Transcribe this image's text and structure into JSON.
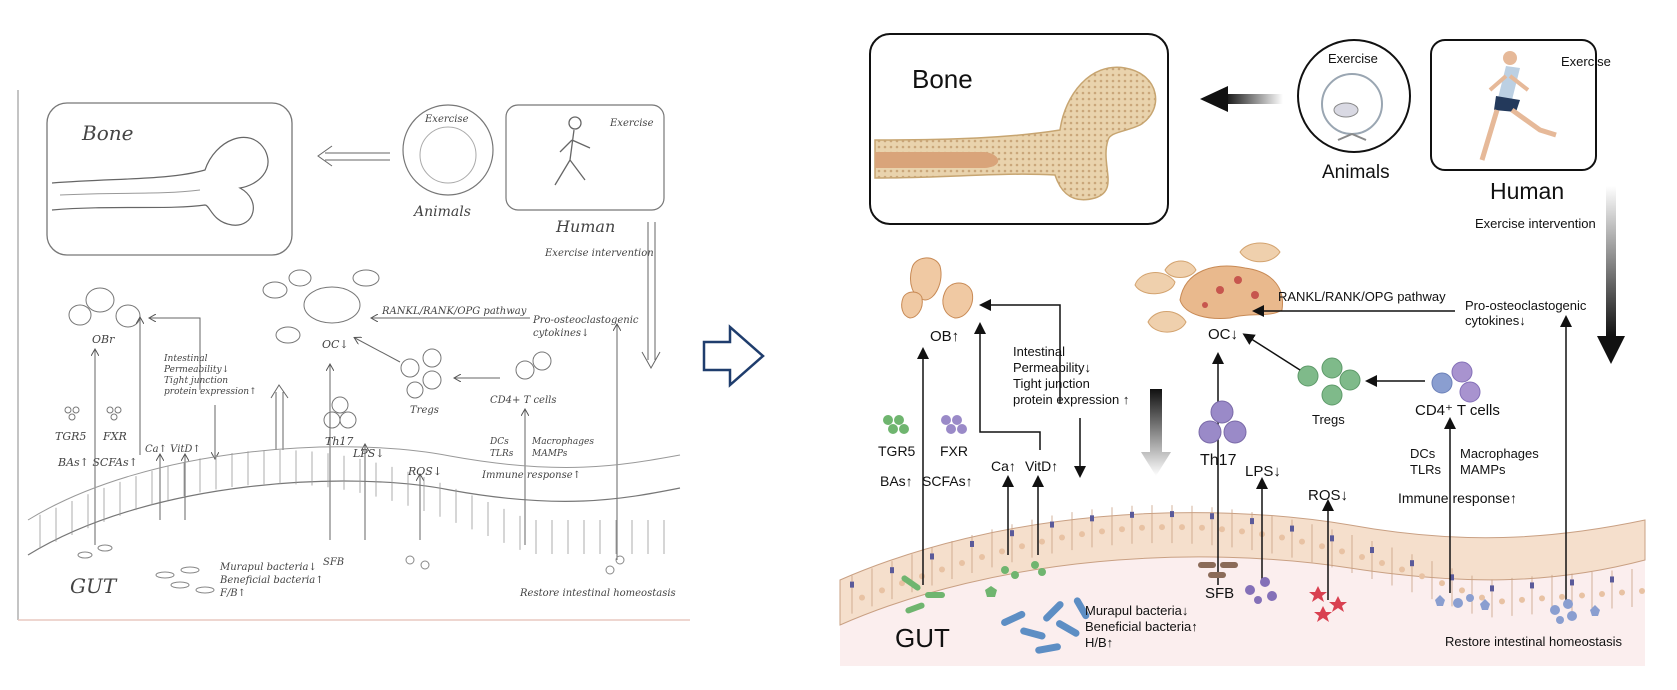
{
  "sketch": {
    "bone": "Bone",
    "exercise_animals": "Exercise",
    "animals": "Animals",
    "exercise_human": "Exercise",
    "human": "Human",
    "exercise_intervention": "Exercise intervention",
    "rankl": "RANKL/RANK/OPG pathway",
    "pro1": "Pro-osteoclastogenic",
    "pro2": "cytokines↓",
    "obr": "OBr",
    "oc": "OC↓",
    "tregs": "Tregs",
    "cd4": "CD4+ T cells",
    "perm1": "Intestinal",
    "perm2": "Permeability↓",
    "perm3": "Tight junction",
    "perm4": "protein expression↑",
    "tgr5": "TGR5",
    "fxr": "FXR",
    "bas": "BAs↑ SCFAs↑",
    "cavitd": "Ca↑ VitD↑",
    "th17": "Th17",
    "lps": "LPS↓",
    "ros": "ROS↓",
    "dcs": "DCs",
    "tlrs": "TLRs",
    "macro": "Macrophages",
    "mamps": "MAMPs",
    "immune": "Immune response↑",
    "sfb": "SFB",
    "gut": "GUT",
    "bac1": "Murapul bacteria↓",
    "bac2": "Beneficial bacteria↑",
    "bac3": "F/B↑",
    "restore": "Restore intestinal homeostasis"
  },
  "final": {
    "bone": "Bone",
    "exercise_animals": "Exercise",
    "animals": "Animals",
    "exercise_human": "Exercise",
    "human": "Human",
    "exercise_intervention": "Exercise intervention",
    "rankl": "RANKL/RANK/OPG pathway",
    "pro1": "Pro-osteoclastogenic",
    "pro2": "cytokines↓",
    "ob": "OB↑",
    "oc": "OC↓",
    "tregs": "Tregs",
    "cd4": "CD4⁺ T cells",
    "perm1": "Intestinal",
    "perm2": "Permeability↓",
    "perm3": "Tight junction",
    "perm4": "protein expression ↑",
    "tgr5": "TGR5",
    "fxr": "FXR",
    "bas": "BAs↑",
    "scfas": "SCFAs↑",
    "ca": "Ca↑",
    "vitd": "VitD↑",
    "th17": "Th17",
    "lps": "LPS↓",
    "ros": "ROS↓",
    "dcs": "DCs",
    "tlrs": "TLRs",
    "macro": "Macrophages",
    "mamps": "MAMPs",
    "immune": "Immune response↑",
    "sfb": "SFB",
    "gut": "GUT",
    "bac1": "Murapul bacteria↓",
    "bac2": "Beneficial bacteria↑",
    "bac3": "H/B↑",
    "restore": "Restore intestinal homeostasis"
  },
  "colors": {
    "tissue": "#f2dcc8",
    "cell_fill": "#f5dfcc",
    "cell_stroke": "#c9a083",
    "lumen": "#fbeeee",
    "osteoclast": "#e9b98d",
    "treg": "#7fba8a",
    "cd4": "#8a9ed0",
    "th17": "#9a8ac8",
    "green_bacteria": "#6fb56f",
    "blue_bacteria": "#5d8ec4",
    "red_ros": "#d94050",
    "frame": "#1f3d6d"
  }
}
